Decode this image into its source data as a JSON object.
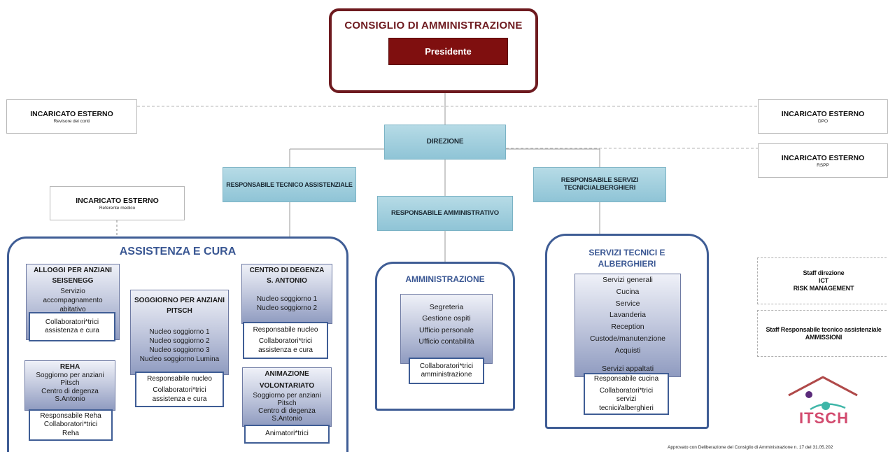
{
  "board": {
    "title": "CONSIGLIO DI AMMINISTRAZIONE",
    "president": "Presidente"
  },
  "externals": {
    "revisore": {
      "title": "INCARICATO ESTERNO",
      "sub": "Revisore dei conti"
    },
    "dpo": {
      "title": "INCARICATO ESTERNO",
      "sub": "DPO"
    },
    "rspp": {
      "title": "INCARICATO ESTERNO",
      "sub": "RSPP"
    },
    "medico": {
      "title": "INCARICATO ESTERNO",
      "sub": "Referente medico"
    }
  },
  "direzione": "DIREZIONE",
  "resp_tecnico": "RESPONSABILE TECNICO ASSISTENZIALE",
  "resp_servizi": [
    "RESPONSABILE SERVIZI",
    "TECNICI/ALBERGHIERI"
  ],
  "resp_amministrativo": "RESPONSABILE AMMINISTRATIVO",
  "assistenza": {
    "title": "ASSISTENZA E CURA",
    "seisenegg": {
      "title": [
        "ALLOGGI PER ANZIANI",
        "SEISENEGG"
      ],
      "items": [
        "Servizio",
        "accompagnamento",
        "abitativo"
      ],
      "staff": [
        "Collaboratori*trici",
        "assistenza e cura"
      ]
    },
    "pitsch": {
      "title": [
        "SOGGIORNO PER ANZIANI",
        "PITSCH"
      ],
      "items": [
        "Nucleo soggiorno 1",
        "Nucleo soggiorno 2",
        "Nucleo soggiorno 3",
        "Nucleo soggiorno Lumina"
      ],
      "staff": [
        "Responsabile nucleo",
        "Collaboratori*trici",
        "assistenza e cura"
      ]
    },
    "antonio": {
      "title": [
        "CENTRO DI DEGENZA",
        "S. ANTONIO"
      ],
      "items": [
        "Nucleo soggiorno 1",
        "Nucleo soggiorno 2"
      ],
      "staff": [
        "Responsabile nucleo",
        "Collaboratori*trici",
        "assistenza e cura"
      ]
    },
    "reha": {
      "title": [
        "REHA"
      ],
      "items": [
        "Soggiorno per anziani",
        "Pitsch",
        "Centro di degenza",
        "S.Antonio"
      ],
      "staff": [
        "Responsabile Reha",
        "Collaboratori*trici",
        "Reha"
      ]
    },
    "animazione": {
      "title": [
        "ANIMAZIONE",
        "VOLONTARIATO"
      ],
      "items": [
        "Soggiorno per anziani",
        "Pitsch",
        "Centro di degenza",
        "S.Antonio"
      ],
      "staff": [
        "Animatori*trici"
      ]
    }
  },
  "amministrazione": {
    "title": "AMMINISTRAZIONE",
    "items": [
      "Segreteria",
      "Gestione ospiti",
      "Ufficio personale",
      "Ufficio contabilità"
    ],
    "staff": [
      "Collaboratori*trici",
      "amministrazione"
    ]
  },
  "servizi": {
    "title": [
      "SERVIZI TECNICI E",
      "ALBERGHIERI"
    ],
    "items": [
      "Servizi generali",
      "Cucina",
      "Service",
      "Lavanderia",
      "Reception",
      "Custode/manutenzione",
      "Acquisti",
      "",
      "Servizi appaltati"
    ],
    "staff": [
      "Responsabile cucina",
      "Collaboratori*trici",
      "servizi",
      "tecnici/alberghieri"
    ]
  },
  "staff_direzione": [
    "Staff direzione",
    "ICT",
    "RISK MANAGEMENT"
  ],
  "staff_responsabile": [
    "Staff Responsabile tecnico assistenziale",
    "AMMISSIONI"
  ],
  "logo": {
    "text": "ITSCH",
    "colors": {
      "roof": "#b04a4a",
      "text": "#d24a6e",
      "dot_left": "#5a2a7a",
      "dot_right": "#3fb6a8"
    }
  },
  "footer": "Approvato con Deliberazione del Consiglio di Amministrazione n. 17 del 31.05.202",
  "colors": {
    "board": "#6e1a1f",
    "president": "#7f0f0f",
    "section": "#3f5d95",
    "teal": "#8fc4d6"
  }
}
